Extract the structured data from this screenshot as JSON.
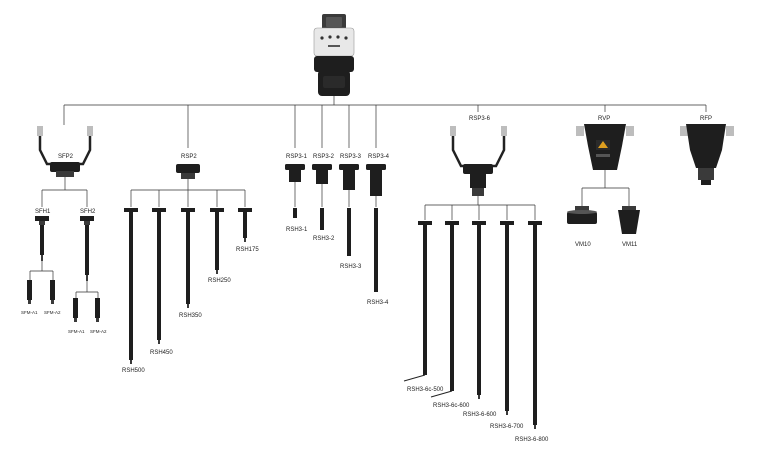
{
  "labels": {
    "sfp2": "SFP2",
    "sfh1": "SFH1",
    "sfh2": "SFH2",
    "sfm_a1_left": "SFM-A1",
    "sfm_a2_left": "SFM-A2",
    "sfm_a1_right": "SFM-A1",
    "sfm_a2_right": "SFM-A2",
    "rsp2": "RSP2",
    "rsh500": "RSH500",
    "rsh450": "RSH450",
    "rsh350": "RSH350",
    "rsh250": "RSH250",
    "rsh175": "RSH175",
    "rsp3_1": "RSP3-1",
    "rsp3_2": "RSP3-2",
    "rsp3_3": "RSP3-3",
    "rsp3_4": "RSP3-4",
    "rsh3_1": "RSH3-1",
    "rsh3_2": "RSH3-2",
    "rsh3_3": "RSH3-3",
    "rsh3_4": "RSH3-4",
    "rsp3_6": "RSP3-6",
    "rsh3_6c_500": "RSH3-6c-500",
    "rsh3_6c_600": "RSH3-6c-600",
    "rsh3_6_600": "RSH3-6-600",
    "rsh3_6_700": "RSH3-6-700",
    "rsh3_6_800": "RSH3-6-800",
    "rvp": "RVP",
    "vm10": "VM10",
    "vm11": "VM11",
    "rfp": "RFP"
  },
  "colors": {
    "line": "#333333",
    "product_dark": "#1e1e1e",
    "product_mid": "#3a3a3a",
    "product_light": "#bdbdbd",
    "warning_label": "#e0a020"
  },
  "icons": {
    "head": "revo-probe-head-icon",
    "sfp2": "sfp2-surface-finish-probe-icon",
    "rsp2": "rsp2-probe-icon",
    "rsp3": "rsp3-probe-icon",
    "rsp3_6": "rsp3-6-probe-icon",
    "rvp": "rvp-vision-probe-icon",
    "rfp": "rfp-form-probe-icon"
  }
}
